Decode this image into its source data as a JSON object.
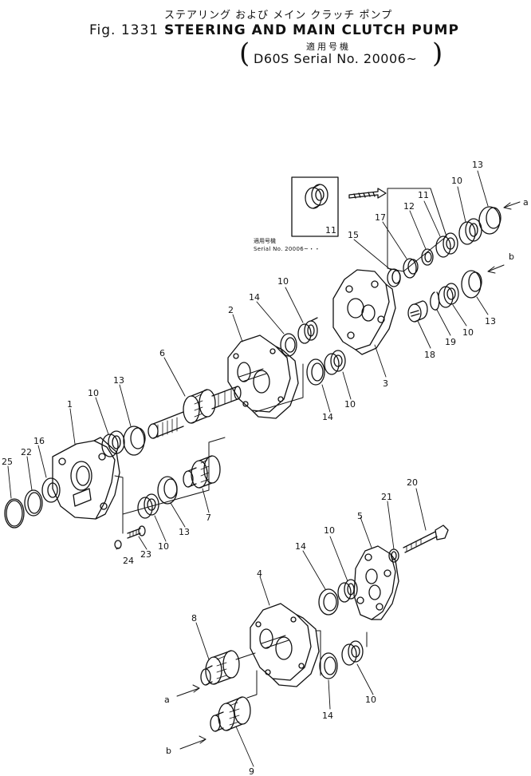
{
  "header": {
    "title_jp": "ステアリング および メイン クラッチ ポンプ",
    "fig_label": "Fig. 1331",
    "title_en": "STEERING AND MAIN CLUTCH PUMP",
    "applicable_jp": "適用号機",
    "serial_range": "D60S Serial No. 20006~",
    "paren_open": "(",
    "paren_close": ")"
  },
  "inset": {
    "applicable_jp": "適用号機",
    "serial_range": "Serial No. 20006~・・"
  },
  "part_labels": {
    "p1": "1",
    "p2": "2",
    "p3": "3",
    "p4": "4",
    "p5": "5",
    "p6": "6",
    "p7": "7",
    "p8": "8",
    "p9": "9",
    "p10a": "10",
    "p10b": "10",
    "p10c": "10",
    "p10d": "10",
    "p10e": "10",
    "p10f": "10",
    "p10g": "10",
    "p10h": "10",
    "p11a": "11",
    "p11b": "11",
    "p12": "12",
    "p13a": "13",
    "p13b": "13",
    "p13c": "13",
    "p13d": "13",
    "p14a": "14",
    "p14b": "14",
    "p14c": "14",
    "p14d": "14",
    "p15": "15",
    "p16": "16",
    "p17": "17",
    "p18": "18",
    "p19": "19",
    "p20": "20",
    "p21": "21",
    "p22": "22",
    "p23": "23",
    "p24": "24",
    "p25": "25"
  },
  "callout_letters": {
    "a_top": "a",
    "b_top": "b",
    "a_bottom": "a",
    "b_bottom": "b"
  }
}
